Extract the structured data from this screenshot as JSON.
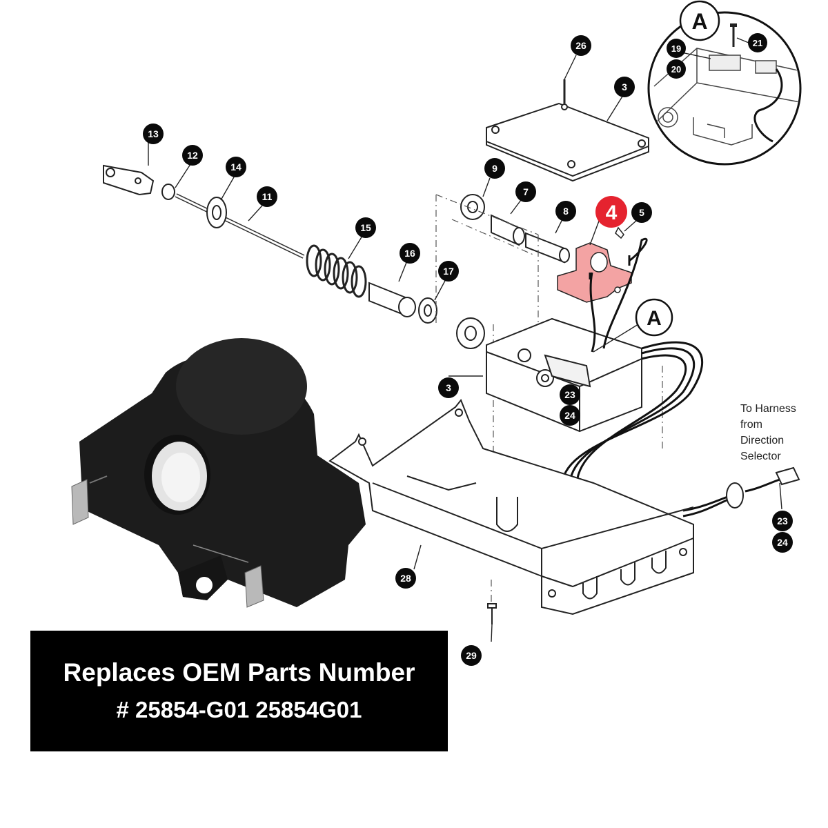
{
  "caption": {
    "line1": "Replaces OEM Parts Number",
    "line2": "# 25854-G01 25854G01"
  },
  "detail_letter": "A",
  "harness_note": [
    "To Harness",
    "from",
    "Direction",
    "Selector"
  ],
  "callouts": [
    {
      "id": "26",
      "label": "26"
    },
    {
      "id": "3a",
      "label": "3"
    },
    {
      "id": "13",
      "label": "13"
    },
    {
      "id": "12",
      "label": "12"
    },
    {
      "id": "14",
      "label": "14"
    },
    {
      "id": "11",
      "label": "11"
    },
    {
      "id": "9",
      "label": "9"
    },
    {
      "id": "7",
      "label": "7"
    },
    {
      "id": "8",
      "label": "8"
    },
    {
      "id": "4",
      "label": "4",
      "highlight": true
    },
    {
      "id": "5",
      "label": "5"
    },
    {
      "id": "15",
      "label": "15"
    },
    {
      "id": "16",
      "label": "16"
    },
    {
      "id": "17",
      "label": "17"
    },
    {
      "id": "3b",
      "label": "3"
    },
    {
      "id": "23a",
      "label": "23"
    },
    {
      "id": "24a",
      "label": "24"
    },
    {
      "id": "23b",
      "label": "23"
    },
    {
      "id": "24b",
      "label": "24"
    },
    {
      "id": "28",
      "label": "28"
    },
    {
      "id": "29",
      "label": "29"
    },
    {
      "id": "19",
      "label": "19"
    },
    {
      "id": "20",
      "label": "20"
    },
    {
      "id": "21",
      "label": "21"
    }
  ],
  "colors": {
    "highlight": "#e5232f",
    "part_highlight": "#f3a3a3",
    "callout": "#0a0a0a",
    "line": "#222222",
    "coil_body": "#1c1c1c"
  }
}
